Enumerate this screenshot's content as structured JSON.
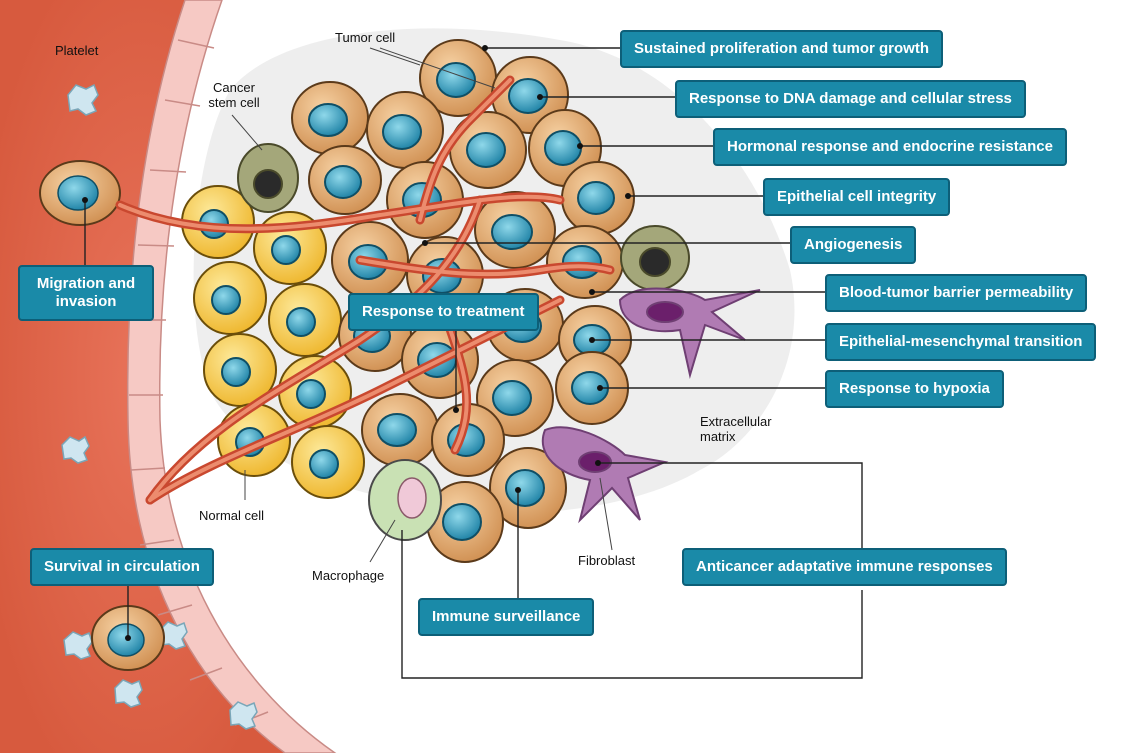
{
  "diagram": {
    "cell_labels": {
      "platelet": "Platelet",
      "tumor_cell": "Tumor cell",
      "cancer_stem_cell": "Cancer stem cell",
      "normal_cell": "Normal cell",
      "macrophage": "Macrophage",
      "fibroblast": "Fibroblast",
      "extracellular_matrix": "Extracellular matrix"
    },
    "process_labels": {
      "sustained_proliferation": "Sustained proliferation and tumor growth",
      "dna_damage": "Response to DNA damage and cellular stress",
      "hormonal": "Hormonal response and endocrine resistance",
      "epithelial_integrity": "Epithelial cell integrity",
      "angiogenesis": "Angiogenesis",
      "btb_permeability": "Blood-tumor barrier permeability",
      "emt": "Epithelial-mesenchymal transition",
      "hypoxia": "Response to hypoxia",
      "treatment": "Response to treatment",
      "migration": "Migration and invasion",
      "circulation": "Survival in circulation",
      "immune_surveillance": "Immune surveillance",
      "adaptive_immune": "Anticancer adaptative immune responses"
    },
    "colors": {
      "label_box": "#1a8aa8",
      "label_border": "#0d5f78",
      "blood_vessel": "#dd6348",
      "vessel_wall": "#f6c9c4",
      "tumor_cell": "#dca36a",
      "nucleus": "#2e9fc2",
      "normal_cell": "#f5c842",
      "stem_cell": "#a4a77a",
      "fibroblast": "#b07bb3",
      "macrophage": "#c9e1b4",
      "ecm": "#e6e6e6"
    }
  }
}
